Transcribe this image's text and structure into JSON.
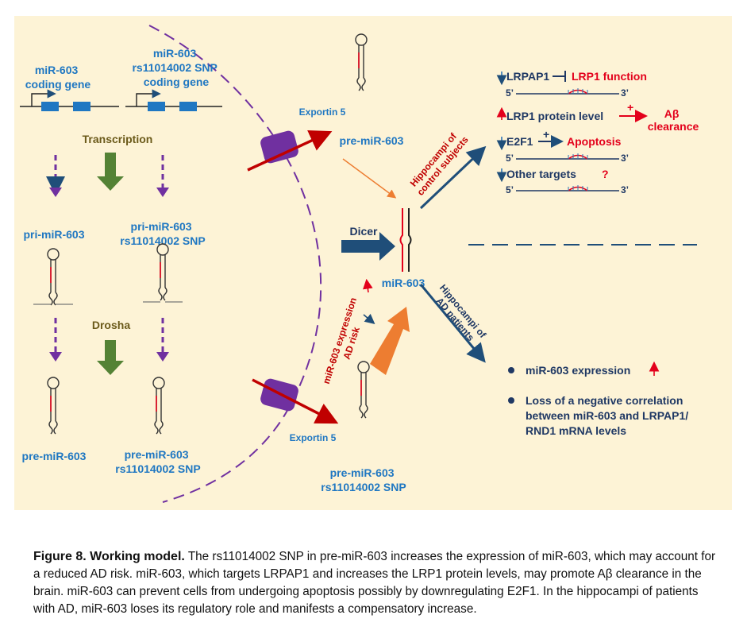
{
  "labels": {
    "coding_gene": [
      "miR-603",
      "coding gene"
    ],
    "snp_coding_gene": [
      "miR-603",
      "rs11014002 SNP",
      "coding gene"
    ],
    "transcription": "Transcription",
    "pri": "pri-miR-603",
    "pri_snp": [
      "pri-miR-603",
      "rs11014002 SNP"
    ],
    "drosha": "Drosha",
    "pre_left": "pre-miR-603",
    "pre_snp_left": [
      "pre-miR-603",
      "rs11014002 SNP"
    ],
    "exportin_top": "Exportin 5",
    "exportin_bottom": "Exportin 5",
    "pre_top": "pre-miR-603",
    "pre_snp_bottom": [
      "pre-miR-603",
      "rs11014002 SNP"
    ],
    "dicer": "Dicer",
    "mir603": "miR-603",
    "expression_risk": [
      "miR-603 expression",
      "AD risk"
    ],
    "control": [
      "Hippocampi of",
      "control subjects"
    ],
    "ad": [
      "Hippocampi of",
      "AD patients"
    ],
    "lrpap1": "LRPAP1",
    "lrp1_function": "LRP1 function",
    "lrp1_protein": "LRP1 protein level",
    "abeta": [
      "Aβ",
      "clearance"
    ],
    "e2f1": "E2F1",
    "apoptosis": "Apoptosis",
    "other_targets": "Other targets",
    "question": "?",
    "five_prime": "5’",
    "three_prime": "3’",
    "plus": "+",
    "bullet_1": "miR-603 expression",
    "bullet_2": [
      "Loss of a negative correlation",
      "between miR-603 and LRPAP1/",
      "RND1 mRNA levels"
    ]
  },
  "caption": {
    "title": "Figure 8. Working model.",
    "text": "The rs11014002 SNP in pre-miR-603 increases the expression of miR-603, which may account for a reduced AD risk. miR-603, which targets LRPAP1 and increases the LRP1 protein levels, may promote Aβ clearance in the brain. miR-603 can prevent cells from undergoing apoptosis possibly by downregulating E2F1. In the hippocampi of patients with AD, miR-603 loses its regulatory role and manifests a compensatory increase."
  },
  "colors": {
    "background": "#fdf3d6",
    "blue_text": "#1f77c2",
    "navy": "#1f3864",
    "red": "#e3001b",
    "purple": "#7030a0",
    "green": "#548235",
    "orange": "#ed7d31"
  }
}
